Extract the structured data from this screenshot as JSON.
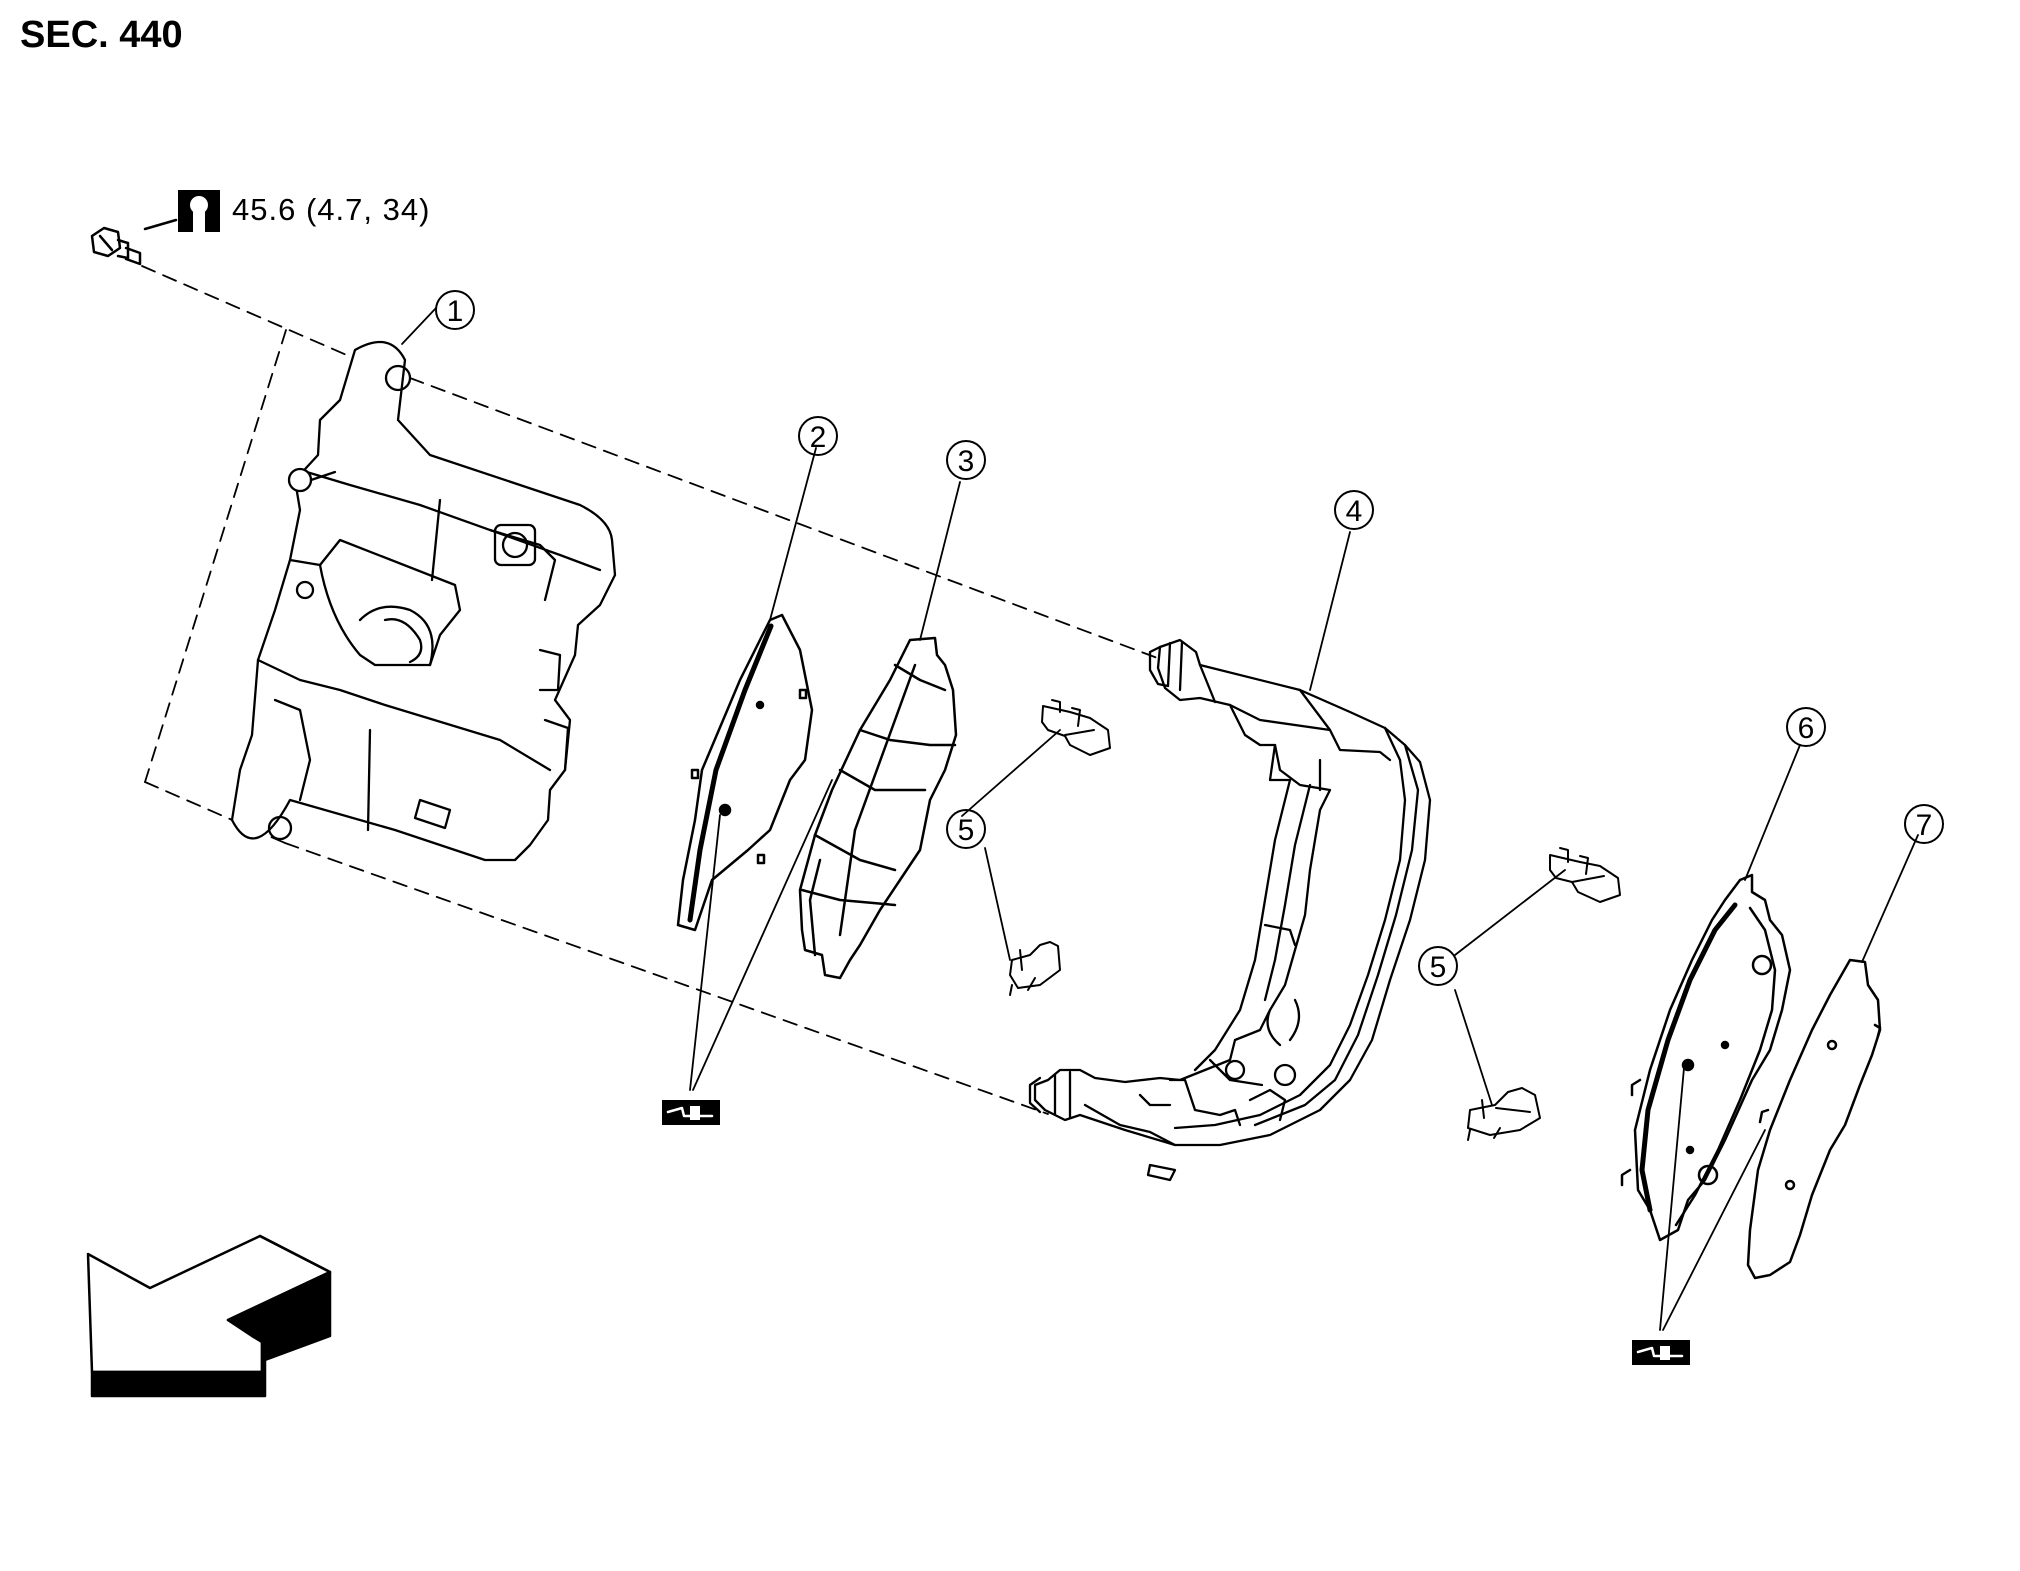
{
  "section_label": "SEC. 440",
  "torque_spec": "45.6 (4.7, 34)",
  "callouts": [
    "1",
    "2",
    "3",
    "4",
    "5",
    "5",
    "6",
    "7"
  ],
  "icons": {
    "torque": "torque-wrench-icon",
    "grease": "apply-grease-icon",
    "front": "front-direction-arrow-icon"
  }
}
